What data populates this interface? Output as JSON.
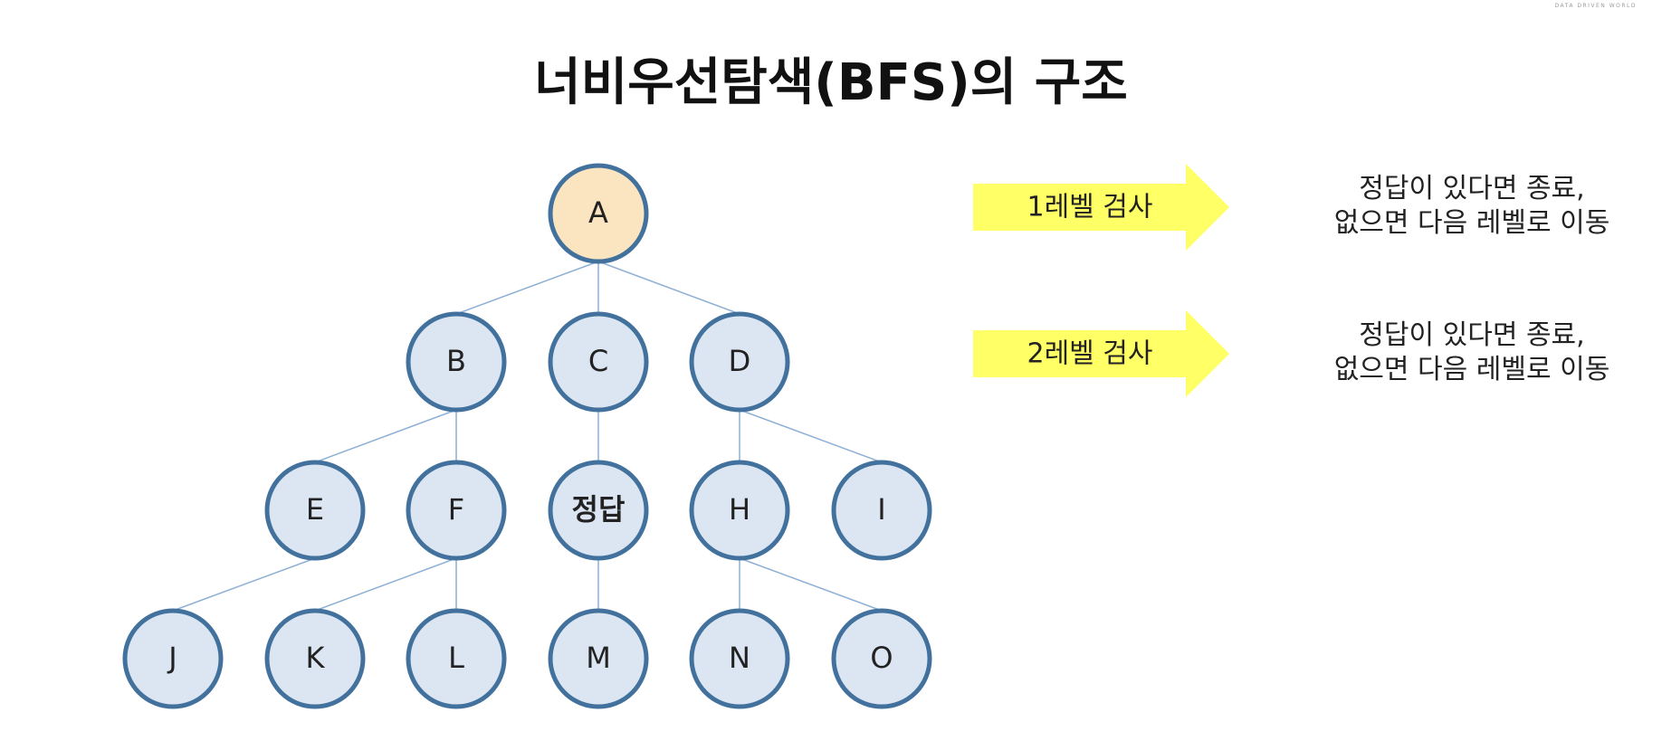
{
  "header": {
    "title": "너비우선탐색(BFS)의 구조",
    "watermark": "DATA DRIVEN WORLD"
  },
  "tree": {
    "nodes": [
      {
        "id": "A",
        "label": "A",
        "highlight": true
      },
      {
        "id": "B",
        "label": "B"
      },
      {
        "id": "C",
        "label": "C"
      },
      {
        "id": "D",
        "label": "D"
      },
      {
        "id": "E",
        "label": "E"
      },
      {
        "id": "F",
        "label": "F"
      },
      {
        "id": "G",
        "label": "정답",
        "bold": true
      },
      {
        "id": "H",
        "label": "H"
      },
      {
        "id": "I",
        "label": "I"
      },
      {
        "id": "J",
        "label": "J"
      },
      {
        "id": "K",
        "label": "K"
      },
      {
        "id": "L",
        "label": "L"
      },
      {
        "id": "M",
        "label": "M"
      },
      {
        "id": "N",
        "label": "N"
      },
      {
        "id": "O",
        "label": "O"
      }
    ],
    "edges": [
      [
        "A",
        "B"
      ],
      [
        "A",
        "C"
      ],
      [
        "A",
        "D"
      ],
      [
        "B",
        "E"
      ],
      [
        "B",
        "F"
      ],
      [
        "C",
        "G"
      ],
      [
        "D",
        "H"
      ],
      [
        "D",
        "I"
      ],
      [
        "E",
        "J"
      ],
      [
        "F",
        "K"
      ],
      [
        "F",
        "L"
      ],
      [
        "G",
        "M"
      ],
      [
        "H",
        "N"
      ],
      [
        "H",
        "O"
      ]
    ]
  },
  "levels": [
    {
      "arrow_label": "1레벨 검사",
      "description": [
        "정답이 있다면 종료,",
        "없으면 다음 레벨로 이동"
      ]
    },
    {
      "arrow_label": "2레벨 검사",
      "description": [
        "정답이 있다면 종료,",
        "없으면 다음 레벨로 이동"
      ]
    }
  ],
  "colors": {
    "node_fill": "#dce6f2",
    "root_fill": "#fbe5c0",
    "node_stroke": "#41719c",
    "edge": "#8eb0d4",
    "arrow_fill": "#ffff66"
  }
}
